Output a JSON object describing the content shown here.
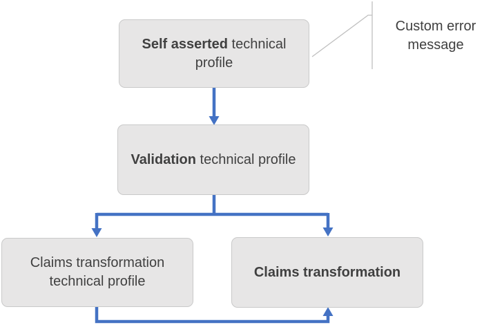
{
  "diagram": {
    "nodes": [
      {
        "id": "self-asserted",
        "bold": "Self asserted",
        "rest": " technical profile"
      },
      {
        "id": "validation",
        "bold": "Validation",
        "rest": " technical profile"
      },
      {
        "id": "claims-transformation-tp",
        "bold": "",
        "rest": "Claims transformation technical profile"
      },
      {
        "id": "claims-transformation",
        "bold": "Claims transformation",
        "rest": ""
      }
    ],
    "callout": {
      "label": "Custom error message"
    },
    "connectors": [
      {
        "name": "self-asserted-to-validation"
      },
      {
        "name": "validation-to-claims-transformation-tp"
      },
      {
        "name": "validation-to-claims-transformation"
      },
      {
        "name": "claims-transformation-tp-to-claims-transformation"
      },
      {
        "name": "callout-to-self-asserted"
      }
    ]
  },
  "colors": {
    "accent": "#4472C4",
    "node_fill": "#E7E6E6",
    "node_border": "#C9C9C9",
    "text": "#404040",
    "callout_line": "#BFBFBF",
    "canvas_bg": "#FFFFFF"
  }
}
